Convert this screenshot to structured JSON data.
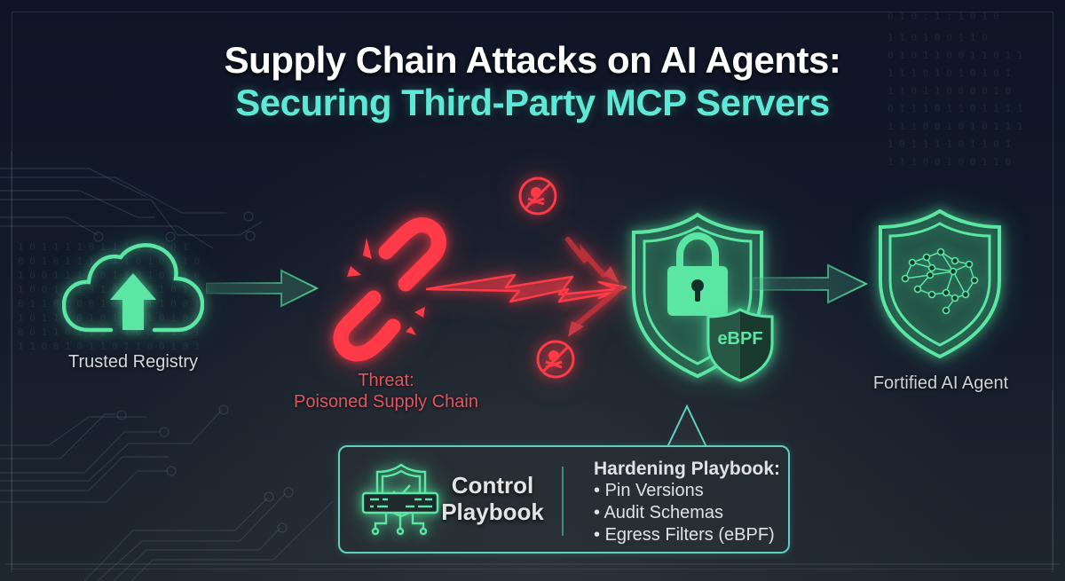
{
  "title": {
    "line1": "Supply Chain Attacks on AI Agents:",
    "line2": "Securing Third-Party MCP Servers"
  },
  "colors": {
    "background": "#0f1626",
    "safe_green": "#5ce6a4",
    "threat_red": "#ff3a48",
    "accent_cyan": "#5ee8d8",
    "label_gray": "#d4d8dc"
  },
  "nodes": [
    {
      "id": "registry",
      "icon": "cloud-upload-icon",
      "label": "Trusted Registry"
    },
    {
      "id": "threat",
      "icon": "broken-chain-icon",
      "label_line1": "Threat:",
      "label_line2": "Poisoned Supply Chain"
    },
    {
      "id": "defense",
      "icon": "shield-lock-icon",
      "badge": "eBPF"
    },
    {
      "id": "agent",
      "icon": "shield-brain-icon",
      "label": "Fortified AI Agent"
    }
  ],
  "blocked_icons": [
    "blocked-skull-icon",
    "blocked-skull-icon"
  ],
  "playbook": {
    "icon": "shield-check-server-icon",
    "title_line1": "Control",
    "title_line2": "Playbook",
    "heading": "Hardening Playbook:",
    "items": [
      "Pin Versions",
      "Audit Schemas",
      "Egress Filters (eBPF)"
    ]
  }
}
